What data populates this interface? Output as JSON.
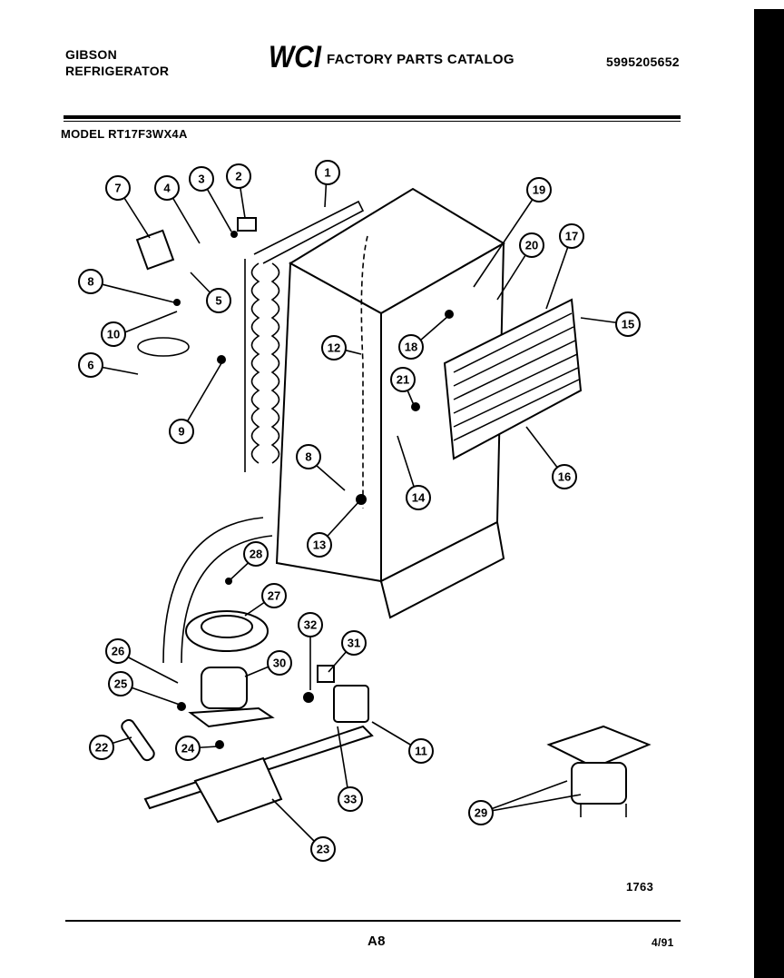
{
  "header": {
    "brand_line1": "GIBSON",
    "brand_line2": "REFRIGERATOR",
    "logo_text": "WCI",
    "catalog_title": "FACTORY PARTS CATALOG",
    "part_number": "5995205652",
    "model": "MODEL RT17F3WX4A"
  },
  "footer": {
    "page": "A8",
    "date": "4/91",
    "figure_number": "1763"
  },
  "callouts": [
    {
      "id": "c1",
      "label": "1"
    },
    {
      "id": "c2",
      "label": "2"
    },
    {
      "id": "c3",
      "label": "3"
    },
    {
      "id": "c4",
      "label": "4"
    },
    {
      "id": "c5",
      "label": "5"
    },
    {
      "id": "c6",
      "label": "6"
    },
    {
      "id": "c7",
      "label": "7"
    },
    {
      "id": "c8a",
      "label": "8"
    },
    {
      "id": "c8b",
      "label": "8"
    },
    {
      "id": "c9",
      "label": "9"
    },
    {
      "id": "c10",
      "label": "10"
    },
    {
      "id": "c11",
      "label": "11"
    },
    {
      "id": "c12",
      "label": "12"
    },
    {
      "id": "c13",
      "label": "13"
    },
    {
      "id": "c14",
      "label": "14"
    },
    {
      "id": "c15",
      "label": "15"
    },
    {
      "id": "c16",
      "label": "16"
    },
    {
      "id": "c17",
      "label": "17"
    },
    {
      "id": "c18",
      "label": "18"
    },
    {
      "id": "c19",
      "label": "19"
    },
    {
      "id": "c20",
      "label": "20"
    },
    {
      "id": "c21",
      "label": "21"
    },
    {
      "id": "c22",
      "label": "22"
    },
    {
      "id": "c23",
      "label": "23"
    },
    {
      "id": "c24",
      "label": "24"
    },
    {
      "id": "c25",
      "label": "25"
    },
    {
      "id": "c26",
      "label": "26"
    },
    {
      "id": "c27",
      "label": "27"
    },
    {
      "id": "c28",
      "label": "28"
    },
    {
      "id": "c29",
      "label": "29"
    },
    {
      "id": "c30",
      "label": "30"
    },
    {
      "id": "c31",
      "label": "31"
    },
    {
      "id": "c32",
      "label": "32"
    },
    {
      "id": "c33",
      "label": "33"
    }
  ]
}
